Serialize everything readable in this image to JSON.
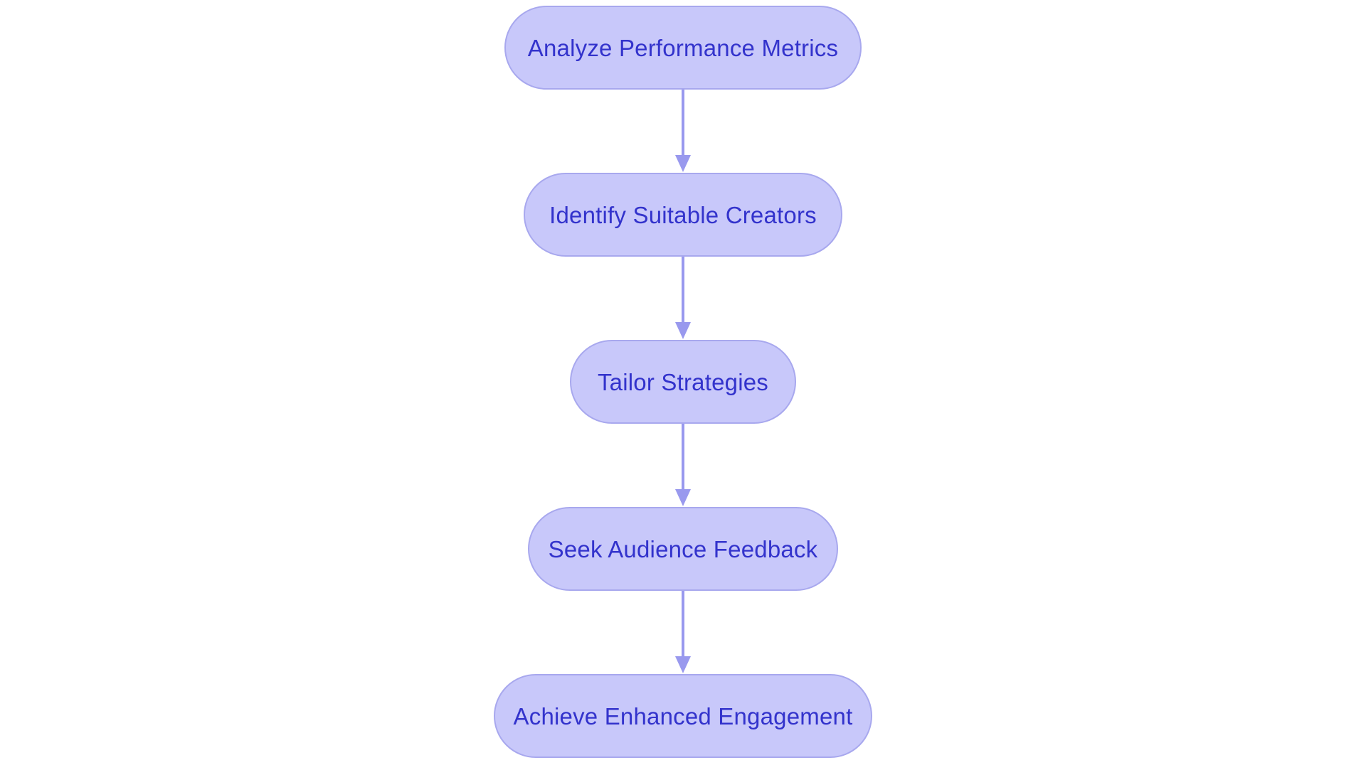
{
  "diagram": {
    "type": "flowchart",
    "orientation": "top-to-bottom",
    "background_color": "#ffffff",
    "node_fill_color": "#c8c8fa",
    "node_border_color": "#a8a8ee",
    "node_text_color": "#3333cc",
    "connector_color": "#9999ee",
    "nodes": [
      {
        "id": "analyze-performance-metrics",
        "label": "Analyze Performance Metrics"
      },
      {
        "id": "identify-suitable-creators",
        "label": "Identify Suitable Creators"
      },
      {
        "id": "tailor-strategies",
        "label": "Tailor Strategies"
      },
      {
        "id": "seek-audience-feedback",
        "label": "Seek Audience Feedback"
      },
      {
        "id": "achieve-enhanced-engagement",
        "label": "Achieve Enhanced Engagement"
      }
    ],
    "edges": [
      {
        "from": "analyze-performance-metrics",
        "to": "identify-suitable-creators",
        "label": ""
      },
      {
        "from": "identify-suitable-creators",
        "to": "tailor-strategies",
        "label": ""
      },
      {
        "from": "tailor-strategies",
        "to": "seek-audience-feedback",
        "label": ""
      },
      {
        "from": "seek-audience-feedback",
        "to": "achieve-enhanced-engagement",
        "label": ""
      }
    ]
  }
}
